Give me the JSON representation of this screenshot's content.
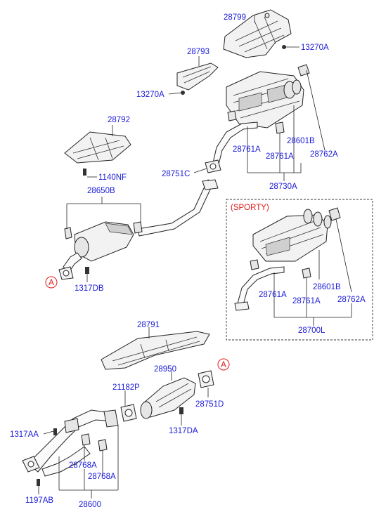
{
  "labels": {
    "p28799": "28799",
    "p13270A_top": "13270A",
    "p28793": "28793",
    "p13270A_left": "13270A",
    "p28792": "28792",
    "p1140NF": "1140NF",
    "p28650B": "28650B",
    "p1317DB": "1317DB",
    "p28751C": "28751C",
    "p28761A_1": "28761A",
    "p28761A_2": "28761A",
    "p28601B_1": "28601B",
    "p28762A_1": "28762A",
    "p28730A": "28730A",
    "sporty": "(SPORTY)",
    "p28761A_3": "28761A",
    "p28761A_4": "28761A",
    "p28601B_2": "28601B",
    "p28762A_2": "28762A",
    "p28700L": "28700L",
    "p28791": "28791",
    "p28950": "28950",
    "p21182P": "21182P",
    "p28751D": "28751D",
    "p1317DA": "1317DA",
    "p1317AA": "1317AA",
    "p28768A_1": "28768A",
    "p28768A_2": "28768A",
    "p1197AB": "1197AB",
    "p28600": "28600",
    "refA_1": "A",
    "refA_2": "A"
  },
  "colors": {
    "label_blue": "#1a1ad9",
    "ref_red": "#e01a1a",
    "line": "#222222"
  }
}
